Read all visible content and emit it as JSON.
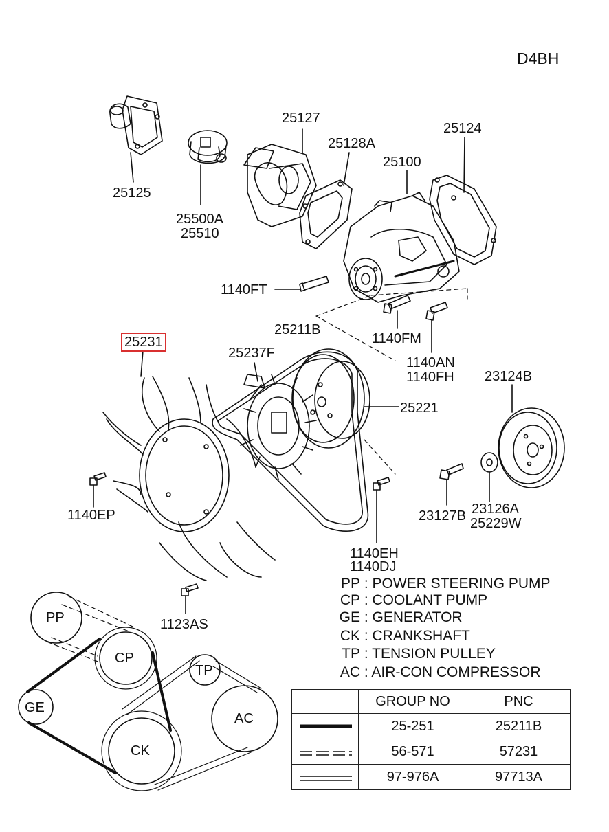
{
  "engine_code": "D4BH",
  "parts": {
    "p25125": "25125",
    "p25500A": "25500A",
    "p25510": "25510",
    "p25127": "25127",
    "p25128A": "25128A",
    "p25100": "25100",
    "p25124": "25124",
    "p1140FT": "1140FT",
    "p1140FM": "1140FM",
    "p1140AN": "1140AN",
    "p1140FH": "1140FH",
    "p25231": "25231",
    "p25211B": "25211B",
    "p25237F": "25237F",
    "p23124B": "23124B",
    "p25221": "25221",
    "p1140EP": "1140EP",
    "p23127B": "23127B",
    "p23126A": "23126A",
    "p25229W": "25229W",
    "p1140EH": "1140EH",
    "p1140DJ": "1140DJ",
    "p1123AS": "1123AS"
  },
  "highlighted_part": "25231",
  "legend": [
    {
      "code": "PP",
      "desc": "POWER STEERING PUMP"
    },
    {
      "code": "CP",
      "desc": "COOLANT PUMP"
    },
    {
      "code": "GE",
      "desc": "GENERATOR"
    },
    {
      "code": "CK",
      "desc": "CRANKSHAFT"
    },
    {
      "code": "TP",
      "desc": "TENSION PULLEY"
    },
    {
      "code": "AC",
      "desc": "AIR-CON COMPRESSOR"
    }
  ],
  "belt_layout_labels": {
    "pp": "PP",
    "cp": "CP",
    "ge": "GE",
    "ck": "CK",
    "tp": "TP",
    "ac": "AC"
  },
  "belt_table": {
    "headers": [
      "",
      "GROUP NO",
      "PNC"
    ],
    "rows": [
      {
        "style": "thick-solid",
        "group_no": "25-251",
        "pnc": "25211B"
      },
      {
        "style": "dashed-double",
        "group_no": "56-571",
        "pnc": "57231"
      },
      {
        "style": "double-line",
        "group_no": "97-976A",
        "pnc": "97713A"
      }
    ]
  },
  "colors": {
    "highlight": "#d93030",
    "line": "#111111"
  }
}
